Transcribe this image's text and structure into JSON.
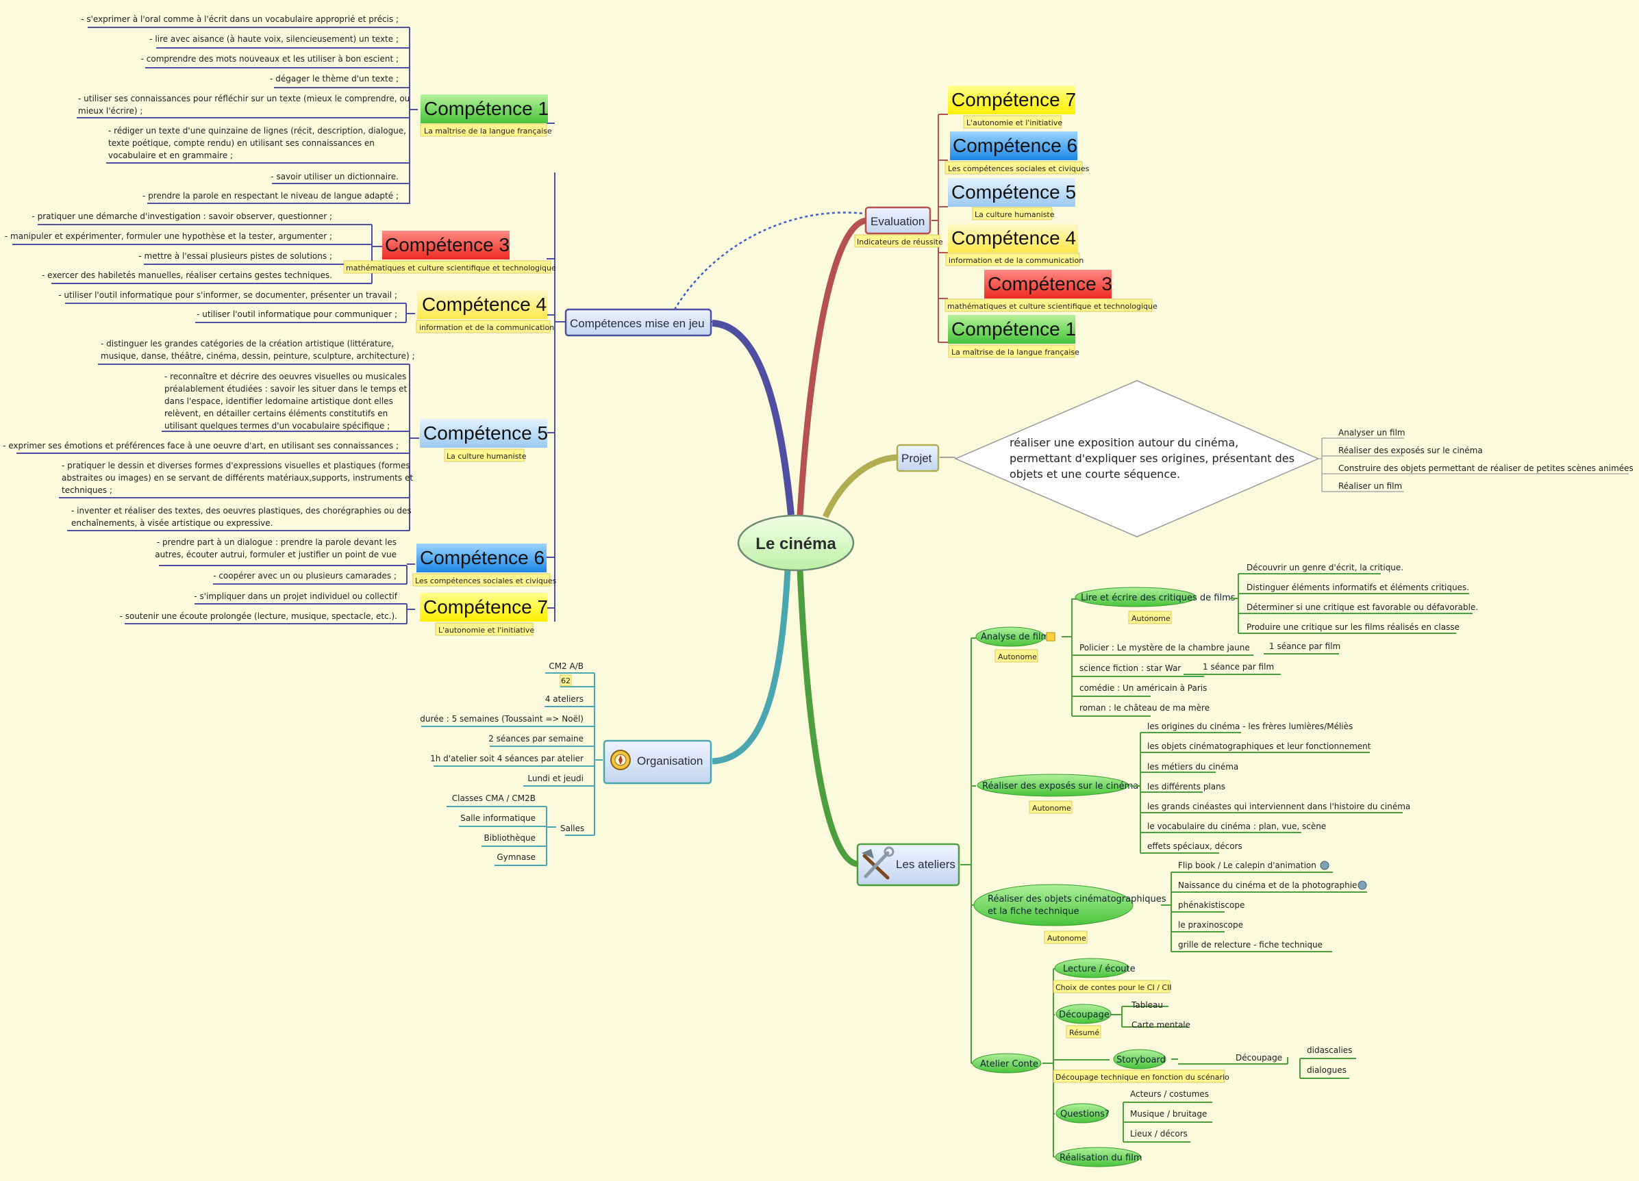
{
  "center": {
    "title": "Le cinéma"
  },
  "competences_mise_en_jeu": {
    "title": "Compétences mise en jeu",
    "c1": {
      "title": "Compétence 1",
      "subtitle": "La maîtrise de la langue française",
      "items": [
        "- s'exprimer à l'oral comme à l'écrit dans un vocabulaire approprié et précis ;",
        "- lire avec aisance (à haute voix, silencieusement) un texte ;",
        "- comprendre des mots nouveaux et les utiliser à bon escient ;",
        "- dégager le thème d'un texte ;",
        "- utiliser ses connaissances pour réfléchir sur un texte (mieux le comprendre, ou",
        "mieux l'écrire) ;",
        "- rédiger un texte d'une quinzaine de lignes (récit, description, dialogue,",
        "texte poétique, compte rendu) en utilisant ses connaissances en",
        "vocabulaire et en grammaire ;",
        "- savoir utiliser un dictionnaire.",
        "- prendre la parole en respectant le niveau de langue adapté ;"
      ]
    },
    "c3": {
      "title": "Compétence 3",
      "subtitle": "mathématiques et  culture scientifique et technologique",
      "items": [
        "- pratiquer une démarche d'investigation : savoir observer, questionner ;",
        "- manipuler et expérimenter, formuler une hypothèse et la tester, argumenter ;",
        "- mettre à l'essai plusieurs pistes de solutions ;",
        "- exercer des habiletés manuelles, réaliser certains gestes techniques."
      ]
    },
    "c4": {
      "title": "Compétence 4",
      "subtitle": "information et de la communication",
      "items": [
        "- utiliser l'outil informatique pour s'informer, se documenter, présenter un travail ;",
        "- utiliser l'outil informatique pour communiquer ;"
      ]
    },
    "c5": {
      "title": "Compétence 5",
      "subtitle": "La culture humaniste",
      "items": [
        "- distinguer les grandes catégories de la création artistique (littérature,",
        "musique, danse, théâtre, cinéma, dessin, peinture, sculpture, architecture) ;",
        "- reconnaître et décrire des oeuvres visuelles ou musicales",
        "préalablement étudiées : savoir les situer dans le temps et",
        "dans l'espace, identifier ledomaine artistique dont elles",
        "relèvent, en détailler certains éléments constitutifs en",
        "utilisant quelques termes d'un vocabulaire spécifique ;",
        "- exprimer ses émotions et préférences face à une oeuvre d'art, en utilisant ses connaissances ;",
        "- pratiquer le dessin et diverses formes d'expressions visuelles et plastiques (formes",
        "abstraites ou images) en se servant de différents matériaux,supports, instruments et",
        "techniques ;",
        "- inventer et réaliser des textes, des oeuvres plastiques, des chorégraphies ou des",
        "enchaînements, à visée artistique ou expressive."
      ]
    },
    "c6": {
      "title": "Compétence 6",
      "subtitle": "Les compétences sociales et civiques",
      "items": [
        "- prendre part à un dialogue : prendre la parole devant les",
        "autres, écouter autrui, formuler et justifier un point de vue",
        "- coopérer avec un ou plusieurs camarades ;"
      ]
    },
    "c7": {
      "title": "Compétence 7",
      "subtitle": "L'autonomie et l'initiative",
      "items": [
        "- s'impliquer dans un projet individuel ou collectif",
        "- soutenir une écoute prolongée (lecture, musique, spectacle, etc.)."
      ]
    }
  },
  "evaluation": {
    "title": "Evaluation",
    "tag": "Indicateurs de réussite",
    "items": [
      {
        "title": "Compétence 7",
        "subtitle": "L'autonomie et l'initiative"
      },
      {
        "title": "Compétence 6",
        "subtitle": "Les compétences sociales et civiques"
      },
      {
        "title": "Compétence 5",
        "subtitle": "La culture humaniste"
      },
      {
        "title": "Compétence 4",
        "subtitle": "information et de la communication"
      },
      {
        "title": "Compétence 3",
        "subtitle": "mathématiques et  culture scientifique et technologique"
      },
      {
        "title": "Compétence 1",
        "subtitle": "La maîtrise de la langue française"
      }
    ]
  },
  "projet": {
    "title": "Projet",
    "text": [
      "réaliser une exposition autour du cinéma,",
      "permettant d'expliquer ses origines, présentant des",
      "objets et une courte séquence."
    ],
    "items": [
      "Analyser un film",
      "Réaliser des exposés sur le cinéma",
      "Construire des objets permettant de réaliser de petites scènes animées",
      "Réaliser un film"
    ]
  },
  "organisation": {
    "title": "Organisation",
    "items": [
      "CM2 A/B",
      "62",
      "4 ateliers",
      "durée : 5 semaines (Toussaint => Noël)",
      "2 séances par semaine",
      "1h d'atelier soit 4 séances par atelier",
      "Lundi et jeudi"
    ],
    "salles": {
      "title": "Salles",
      "items": [
        "Classes CMA / CM2B",
        "Salle informatique",
        "Bibliothèque",
        "Gymnase"
      ]
    }
  },
  "ateliers": {
    "title": "Les ateliers",
    "analyse": {
      "title": "Analyse de film",
      "tag": "Autonome",
      "lire": {
        "title": "Lire et écrire des critiques de films",
        "tag": "Autonome",
        "items": [
          "Découvrir un genre d'écrit, la critique.",
          "Distinguer éléments informatifs et éléments critiques.",
          "Déterminer si une critique est favorable ou défavorable.",
          "Produire une critique sur les films réalisés en classe"
        ]
      },
      "films": [
        "Policier : Le mystère de la chambre jaune",
        "science fiction : star War",
        "comédie : Un américain à Paris",
        "roman : le château de ma mère"
      ],
      "seance": [
        "1 séance par film",
        "1 séance par film"
      ]
    },
    "exposes": {
      "title": "Réaliser des exposés sur le cinéma",
      "tag": "Autonome",
      "items": [
        "les origines du cinéma - les frères lumières/Méliès",
        "les objets cinématographiques et leur fonctionnement",
        "les métiers du cinéma",
        "les différents plans",
        "les grands cinéastes qui interviennent dans l'histoire du cinéma",
        "le vocabulaire du cinéma : plan, vue, scène",
        "effets spéciaux, décors"
      ]
    },
    "objets": {
      "title_lines": [
        "Réaliser des objets cinématographiques",
        "et la fiche technique"
      ],
      "tag": "Autonome",
      "items": [
        "Flip book / Le calepin d'animation",
        "Naissance du cinéma et de la photographie",
        "phénakistiscope",
        "le praxinoscope",
        "grille de relecture - fiche technique"
      ]
    },
    "conte": {
      "title": "Atelier Conte",
      "lecture": {
        "title": "Lecture / écoute",
        "tag": "Choix de contes pour le CI / CII"
      },
      "decoupage": {
        "title": "Découpage",
        "tag": "Résumé",
        "items": [
          "Tableau",
          "Carte mentale"
        ]
      },
      "storyboard": {
        "title": "Storyboard",
        "tag": "Découpage technique en fonction du scénario",
        "sub": "Découpage",
        "sub_items": [
          "didascalies",
          "dialogues"
        ]
      },
      "questions": {
        "title": "Questions?",
        "items": [
          "Acteurs / costumes",
          "Musique / bruitage",
          "Lieux / décors"
        ]
      },
      "realisation": {
        "title": "Réalisation du film"
      }
    }
  },
  "colors": {
    "background": "#fcfadd",
    "left_branch": "#4e4fa3",
    "evaluation_branch": "#b5524f",
    "projet_branch": "#b1ae52",
    "organisation_branch": "#4aa7b0",
    "ateliers_branch": "#4d9e3f"
  }
}
